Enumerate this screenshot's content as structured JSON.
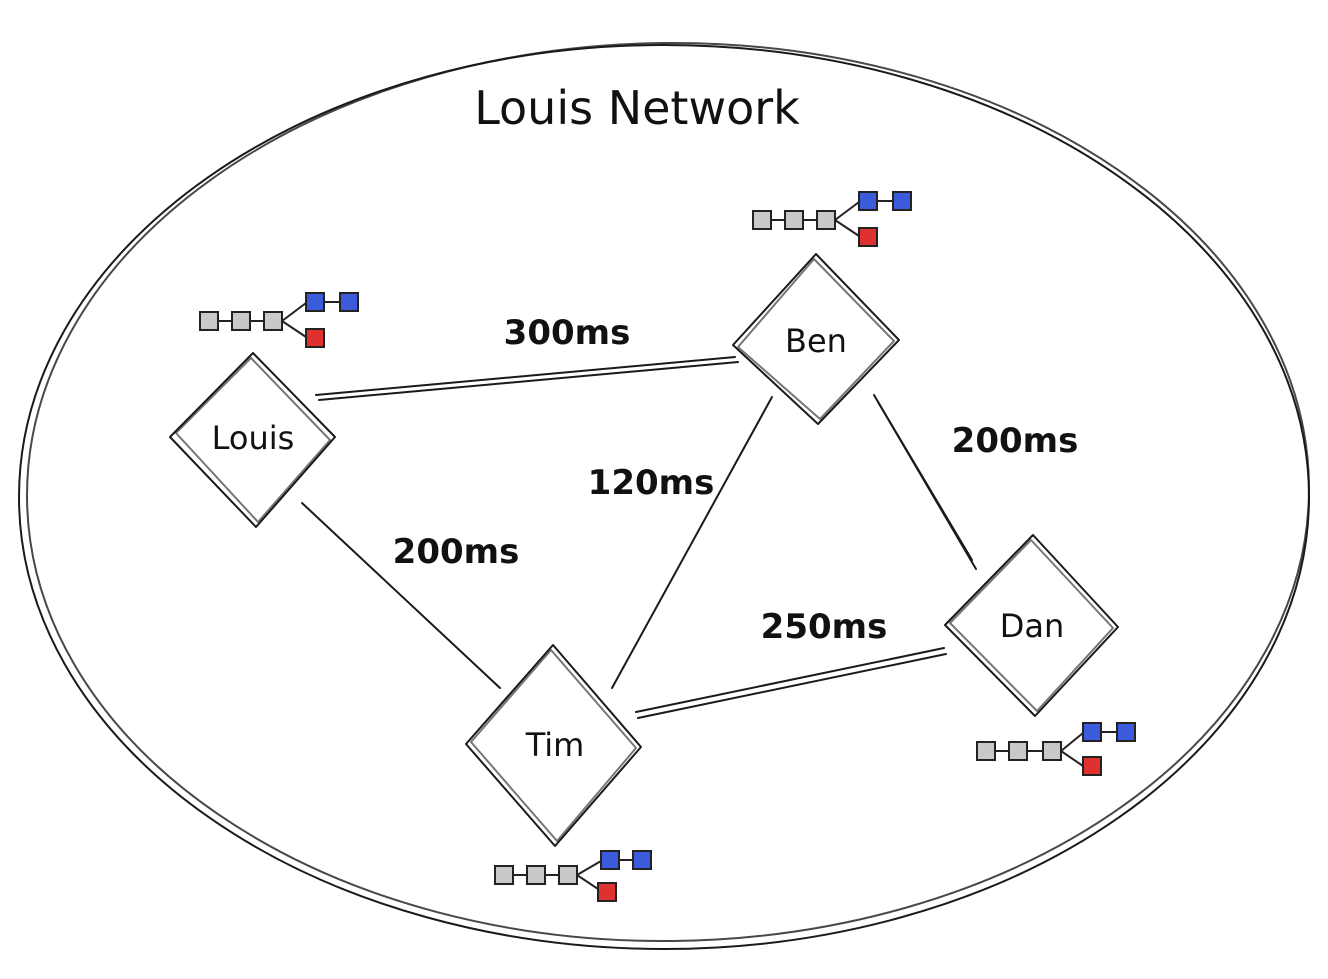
{
  "title": "Louis Network",
  "nodes": {
    "louis": {
      "label": "Louis"
    },
    "ben": {
      "label": "Ben"
    },
    "tim": {
      "label": "Tim"
    },
    "dan": {
      "label": "Dan"
    }
  },
  "edges": {
    "louis_ben": {
      "latency": "300ms"
    },
    "louis_tim": {
      "latency": "200ms"
    },
    "ben_tim": {
      "latency": "120ms"
    },
    "ben_dan": {
      "latency": "200ms"
    },
    "tim_dan": {
      "latency": "250ms"
    }
  },
  "colors": {
    "stroke": "#1a1a1a",
    "block_grey": "#c9c9c9",
    "block_blue": "#3b5bdb",
    "block_red": "#e03131"
  }
}
